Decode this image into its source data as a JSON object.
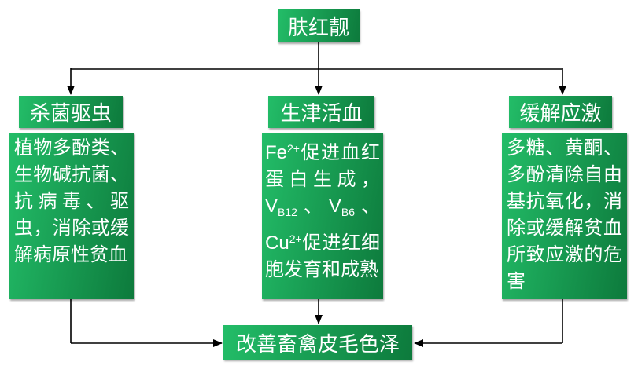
{
  "diagram": {
    "title": "肤红靓",
    "columns": [
      {
        "header": "杀菌驱虫",
        "body": "植物多酚类、生物碱抗菌、抗病毒、驱虫，消除或缓解病原性贫血"
      },
      {
        "header": "生津活血",
        "body_segments": [
          {
            "text": "Fe",
            "style": "normal"
          },
          {
            "text": "2+",
            "style": "sup"
          },
          {
            "text": "促进血红蛋白生成，",
            "style": "normal"
          },
          {
            "text": "V",
            "style": "normal"
          },
          {
            "text": "B12",
            "style": "sub"
          },
          {
            "text": "、V",
            "style": "normal"
          },
          {
            "text": "B6",
            "style": "sub"
          },
          {
            "text": "、Cu",
            "style": "normal"
          },
          {
            "text": "2+",
            "style": "sup"
          },
          {
            "text": "促进红细胞发育和成熟",
            "style": "normal"
          }
        ]
      },
      {
        "header": "缓解应激",
        "body": "多糖、黄酮、多酚清除自由基抗氧化，消除或缓解贫血所致应激的危害"
      }
    ],
    "outcome": "改善畜禽皮毛色泽",
    "colors": {
      "box_gradient_start": "#23bd68",
      "box_gradient_end": "#0d7a3c",
      "box_text": "#ffffff",
      "connector": "#000000"
    }
  }
}
